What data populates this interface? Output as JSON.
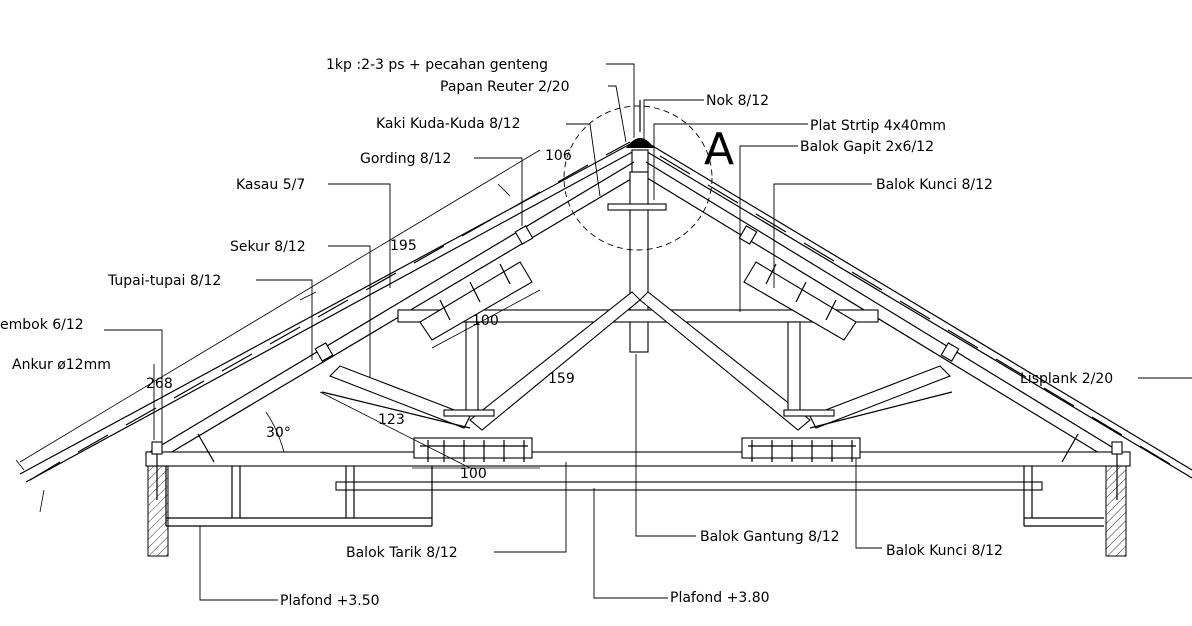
{
  "labels": {
    "lbl_1kp": "1kp :2-3 ps + pecahan genteng",
    "lbl_papan_reuter": "Papan Reuter 2/20",
    "lbl_nok": "Nok 8/12",
    "lbl_kaki_kuda": "Kaki Kuda-Kuda 8/12",
    "lbl_plat": "Plat Strtip 4x40mm",
    "lbl_gording": "Gording 8/12",
    "lbl_balok_gapit": "Balok Gapit 2x6/12",
    "lbl_kasau": "Kasau 5/7",
    "lbl_balok_kunci_top": "Balok Kunci 8/12",
    "lbl_sekur": "Sekur 8/12",
    "lbl_tupai": "Tupai-tupai 8/12",
    "lbl_tembok": "embok 6/12",
    "lbl_ankur": "Ankur ø12mm",
    "lbl_lisplank": "Lisplank 2/20",
    "lbl_balok_tarik": "Balok Tarik 8/12",
    "lbl_balok_gantung": "Balok Gantung 8/12",
    "lbl_balok_kunci_bottom": "Balok Kunci 8/12",
    "lbl_plafond_350": "Plafond +3.50",
    "lbl_plafond_380": "Plafond +3.80",
    "detail_mark": "A"
  },
  "dimensions": {
    "d106": "106",
    "d195": "195",
    "d268": "268",
    "d100_top": "100",
    "d159": "159",
    "d123": "123",
    "d100_bottom": "100",
    "angle": "30°"
  }
}
